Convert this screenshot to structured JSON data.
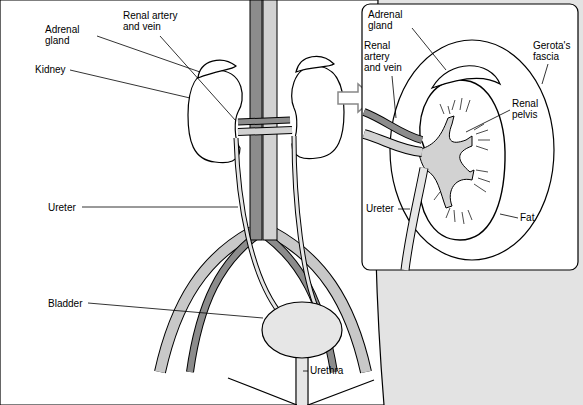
{
  "diagram": {
    "labels": [
      "Renal artery and vein",
      "Adrenal gland",
      "Kidney",
      "Ureter",
      "Bladder",
      "Urethra",
      "Adrenal gland",
      "Gerota's fascia",
      "Renal artery and vein",
      "Renal pelvis",
      "Ureter",
      "Fat"
    ]
  }
}
